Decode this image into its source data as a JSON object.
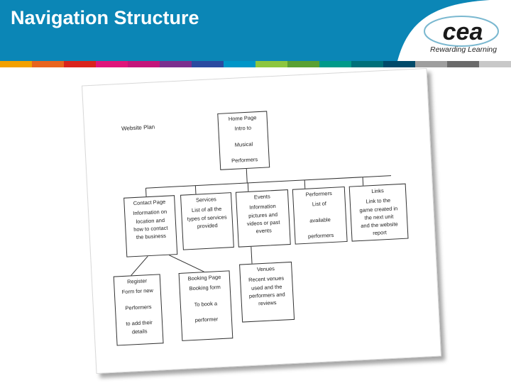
{
  "slide": {
    "title": "Navigation Structure",
    "logo_text": "cea",
    "logo_tagline": "Rewarding Learning",
    "header_color": "#0b86b6",
    "strip_colors": [
      "#f2a000",
      "#e8641e",
      "#d9231c",
      "#e0157a",
      "#c4157a",
      "#7b2f8e",
      "#2b4aa0",
      "#0096c8",
      "#8dc63f",
      "#5aa033",
      "#009a8a",
      "#00707a",
      "#004a6a",
      "#9e9e9e",
      "#6a6a6a",
      "#c8c8c8"
    ]
  },
  "plan": {
    "title": "Website Plan",
    "home": {
      "title": "Home Page",
      "body": "Intro to\n\nMusical\n\nPerformers"
    },
    "contact": {
      "title": "Contact Page",
      "body": "Information on\nlocation and\nhow to contact\nthe business"
    },
    "services": {
      "title": "Services",
      "body": "List of all the\ntypes of services\nprovided"
    },
    "events": {
      "title": "Events",
      "body": "Information\npictures and\nvideos or past\nevents"
    },
    "performers": {
      "title": "Performers",
      "body": "List of\n\navailable\n\nperformers"
    },
    "links": {
      "title": "Links",
      "body": "Link to the\ngame created in\nthe next unit\nand the website\nreport"
    },
    "register": {
      "title": "Register",
      "body": "Form for new\n\nPerformers\n\nto add their\ndetails"
    },
    "booking": {
      "title": "Booking Page",
      "body": "Booking form\n\nTo book a\n\nperformer"
    },
    "venues": {
      "title": "Venues",
      "body": "Recent venues\nused and the\nperformers and\nreviews"
    }
  }
}
